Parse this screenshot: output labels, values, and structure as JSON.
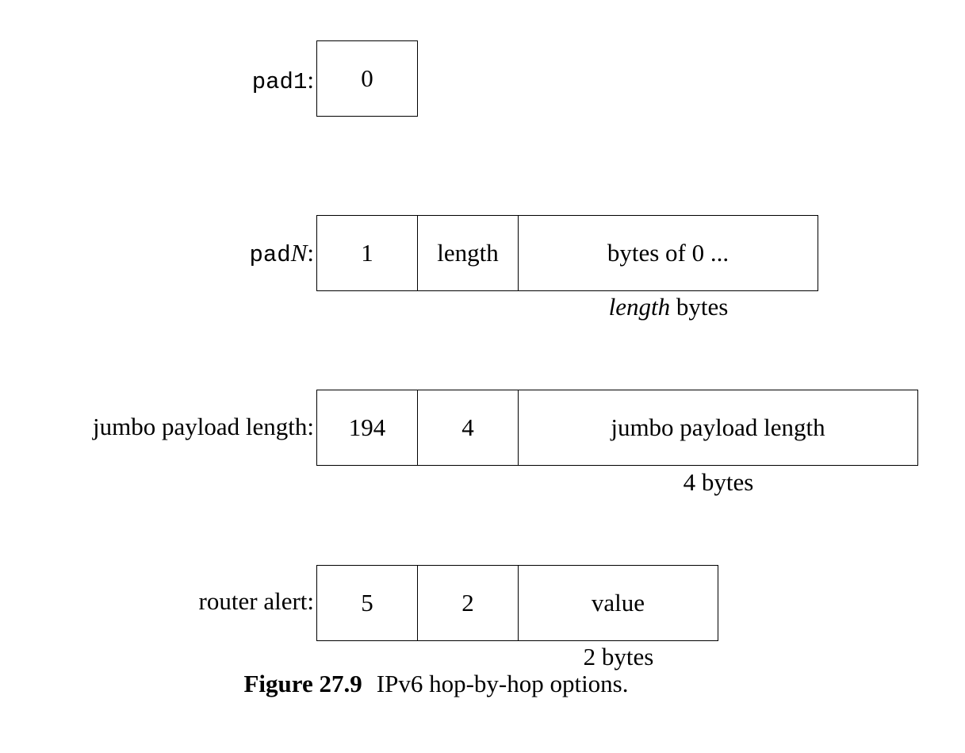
{
  "rows": [
    {
      "label_prefix": "pad",
      "label_suffix": "1",
      "label_colon": ":",
      "fields": [
        "0"
      ]
    },
    {
      "label_prefix": "pad",
      "label_suffix": "N",
      "label_colon": ":",
      "fields": [
        "1",
        "length",
        "bytes of 0 ..."
      ],
      "note_italic": "length",
      "note_rest": " bytes"
    },
    {
      "label": "jumbo payload length:",
      "fields": [
        "194",
        "4",
        "jumbo payload length"
      ],
      "note": "4 bytes"
    },
    {
      "label": "router alert:",
      "fields": [
        "5",
        "2",
        "value"
      ],
      "note": "2 bytes"
    }
  ],
  "caption": {
    "number": "Figure 27.9",
    "text": "IPv6 hop-by-hop options."
  }
}
